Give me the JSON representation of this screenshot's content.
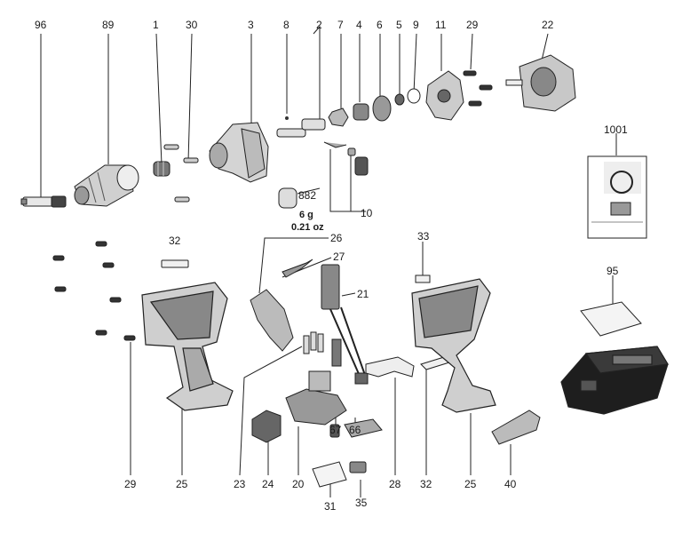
{
  "diagram": {
    "callouts": {
      "c96": "96",
      "c89": "89",
      "c1": "1",
      "c30": "30",
      "c3": "3",
      "c8": "8",
      "c2": "2",
      "c7": "7",
      "c4": "4",
      "c6": "6",
      "c5": "5",
      "c9": "9",
      "c11": "11",
      "c29a": "29",
      "c22": "22",
      "c882": "882",
      "c10": "10",
      "c1001": "1001",
      "c32a": "32",
      "c26": "26",
      "c27": "27",
      "c21": "21",
      "c33": "33",
      "c95": "95",
      "c29b": "29",
      "c25a": "25",
      "c23": "23",
      "c24": "24",
      "c20": "20",
      "c67": "67",
      "c66": "66",
      "c31": "31",
      "c35": "35",
      "c28": "28",
      "c32b": "32",
      "c25b": "25",
      "c40": "40"
    },
    "notes": {
      "weight": "6 g",
      "weight_oz": "0.21 oz"
    }
  }
}
